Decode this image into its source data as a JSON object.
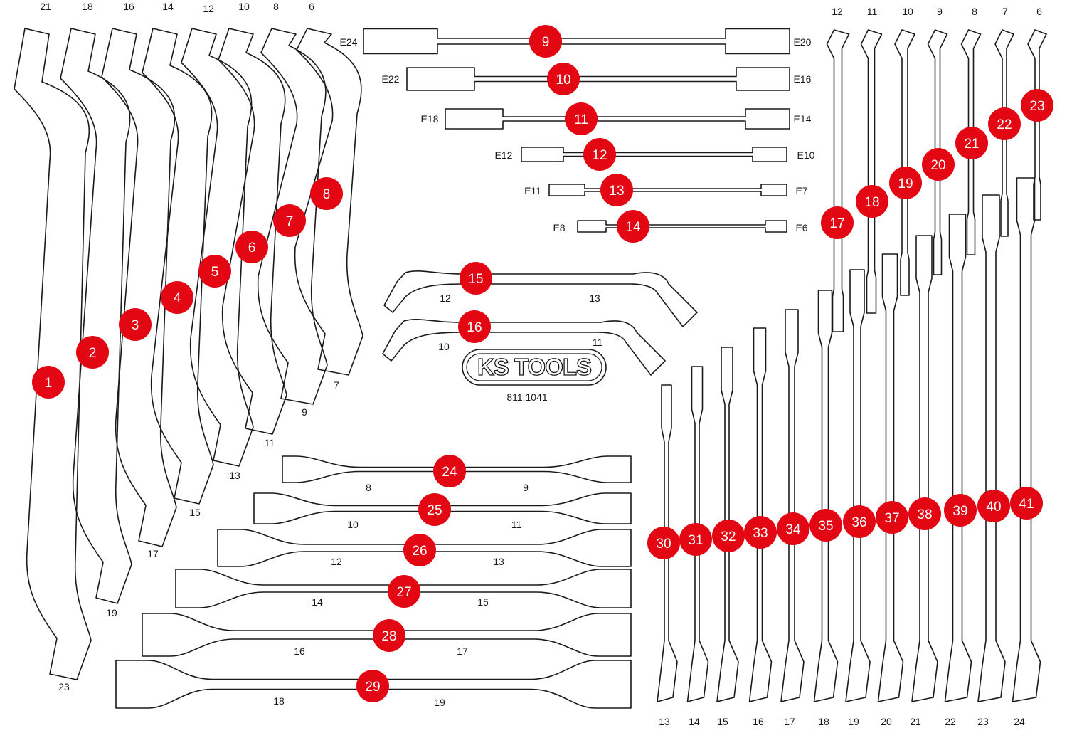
{
  "colors": {
    "badge": "#e30613",
    "badge_text": "#ffffff",
    "outline": "#1a1a1a"
  },
  "logo": {
    "text": "KS TOOLS",
    "model": "811.1041"
  },
  "offset_wrenches": [
    {
      "n": "1",
      "top": "21",
      "bottom": "23"
    },
    {
      "n": "2",
      "top": "18",
      "bottom": "19"
    },
    {
      "n": "3",
      "top": "16",
      "bottom": "17"
    },
    {
      "n": "4",
      "top": "14",
      "bottom": "15"
    },
    {
      "n": "5",
      "top": "12",
      "bottom": "13"
    },
    {
      "n": "6",
      "top": "10",
      "bottom": "11"
    },
    {
      "n": "7",
      "top": "8",
      "bottom": "9"
    },
    {
      "n": "8",
      "top": "6",
      "bottom": "7"
    }
  ],
  "torx_wrenches": [
    {
      "n": "9",
      "left": "E24",
      "right": "E20"
    },
    {
      "n": "10",
      "left": "E22",
      "right": "E16"
    },
    {
      "n": "11",
      "left": "E18",
      "right": "E14"
    },
    {
      "n": "12",
      "left": "E12",
      "right": "E10"
    },
    {
      "n": "13",
      "left": "E11",
      "right": "E7"
    },
    {
      "n": "14",
      "left": "E8",
      "right": "E6"
    }
  ],
  "bent_wrenches": [
    {
      "n": "15",
      "left": "12",
      "right": "13"
    },
    {
      "n": "16",
      "left": "10",
      "right": "11"
    }
  ],
  "right_top_wrenches": [
    {
      "n": "17",
      "top": "12"
    },
    {
      "n": "18",
      "top": "11"
    },
    {
      "n": "19",
      "top": "10"
    },
    {
      "n": "20",
      "top": "9"
    },
    {
      "n": "21",
      "top": "8"
    },
    {
      "n": "22",
      "top": "7"
    },
    {
      "n": "23",
      "top": "6"
    }
  ],
  "flat_wrenches": [
    {
      "n": "24",
      "left": "8",
      "right": "9"
    },
    {
      "n": "25",
      "left": "10",
      "right": "11"
    },
    {
      "n": "26",
      "left": "12",
      "right": "13"
    },
    {
      "n": "27",
      "left": "14",
      "right": "15"
    },
    {
      "n": "28",
      "left": "16",
      "right": "17"
    },
    {
      "n": "29",
      "left": "18",
      "right": "19"
    }
  ],
  "right_bottom_wrenches": [
    {
      "n": "30",
      "bottom": "13"
    },
    {
      "n": "31",
      "bottom": "14"
    },
    {
      "n": "32",
      "bottom": "15"
    },
    {
      "n": "33",
      "bottom": "16"
    },
    {
      "n": "34",
      "bottom": "17"
    },
    {
      "n": "35",
      "bottom": "18"
    },
    {
      "n": "36",
      "bottom": "19"
    },
    {
      "n": "37",
      "bottom": "20"
    },
    {
      "n": "38",
      "bottom": "21"
    },
    {
      "n": "39",
      "bottom": "22"
    },
    {
      "n": "40",
      "bottom": "23"
    },
    {
      "n": "41",
      "bottom": "24"
    }
  ]
}
